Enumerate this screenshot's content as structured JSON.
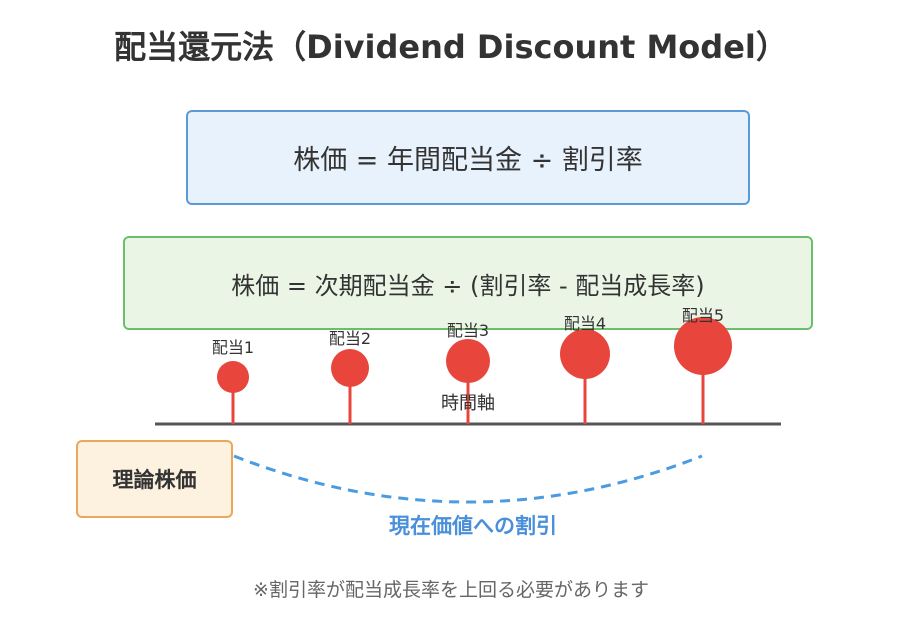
{
  "title": "配当還元法（Dividend Discount Model）",
  "formulas": {
    "basic": "株価 = 年間配当金 ÷ 割引率",
    "growth": "株価 = 次期配当金 ÷ (割引率 - 配当成長率)"
  },
  "timeline": {
    "axis_label": "時間軸",
    "dividends": [
      {
        "label": "配当1"
      },
      {
        "label": "配当2"
      },
      {
        "label": "配当3"
      },
      {
        "label": "配当4"
      },
      {
        "label": "配当5"
      }
    ]
  },
  "theoretical_price": "理論株価",
  "present_value_label": "現在価値への割引",
  "note": "※割引率が配当成長率を上回る必要があります",
  "colors": {
    "dividend": "#e8453c",
    "axis": "#555555",
    "discount_curve": "#4a9be0",
    "basic_box_fill": "#e8f2fc",
    "basic_box_border": "#5b9bd5",
    "growth_box_fill": "#eaf5e6",
    "growth_box_border": "#6cbf6a",
    "theory_box_fill": "#fdf1df",
    "theory_box_border": "#eaa85a"
  }
}
